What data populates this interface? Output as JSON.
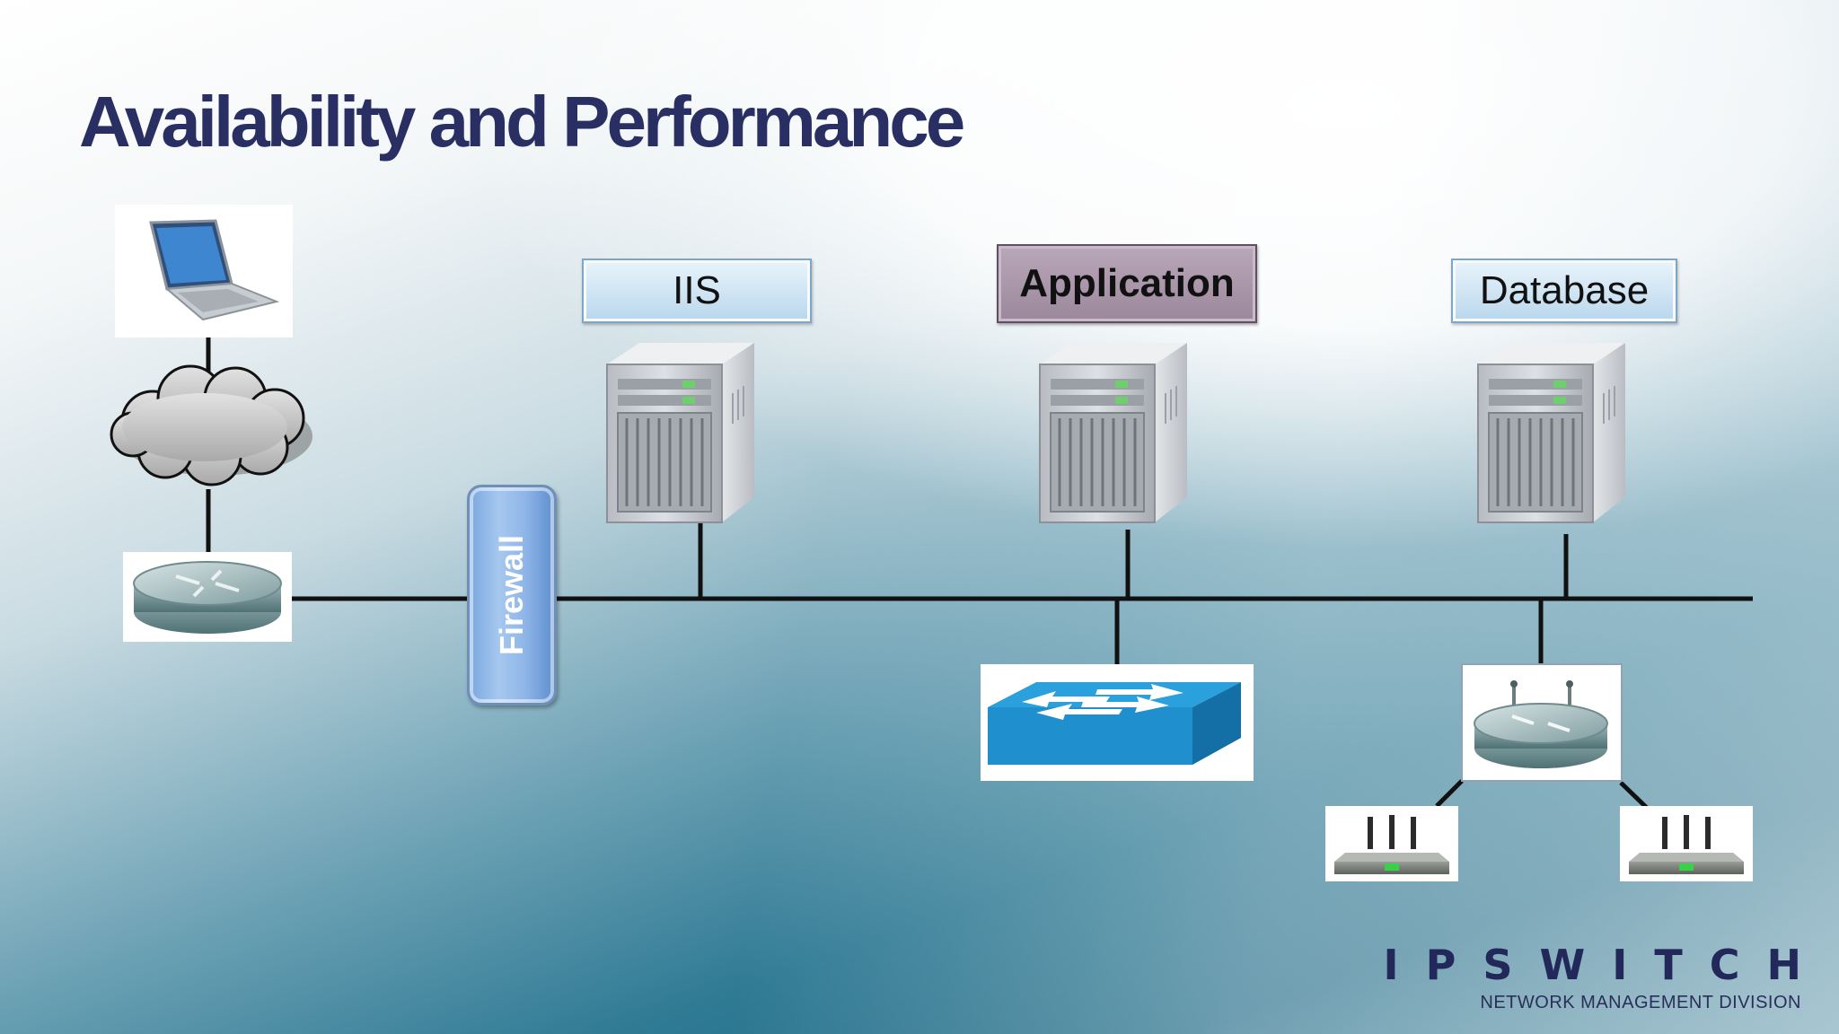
{
  "slide": {
    "title": "Availability and Performance"
  },
  "labels": {
    "iis": "IIS",
    "application": "Application",
    "database": "Database",
    "firewall": "Firewall"
  },
  "logo": {
    "name": "IPSWITCH",
    "tagline": "NETWORK MANAGEMENT DIVISION"
  },
  "colors": {
    "title": "#2a2f63",
    "label_blue": "#cfe4f3",
    "label_purple": "#a996a9",
    "firewall": "#8fb6e8",
    "switch": "#1f8fce",
    "line": "#111111"
  },
  "icons": [
    "laptop-icon",
    "cloud-icon",
    "router-icon",
    "firewall-icon",
    "server-icon",
    "switch-icon",
    "wireless-router-icon",
    "access-point-icon"
  ]
}
